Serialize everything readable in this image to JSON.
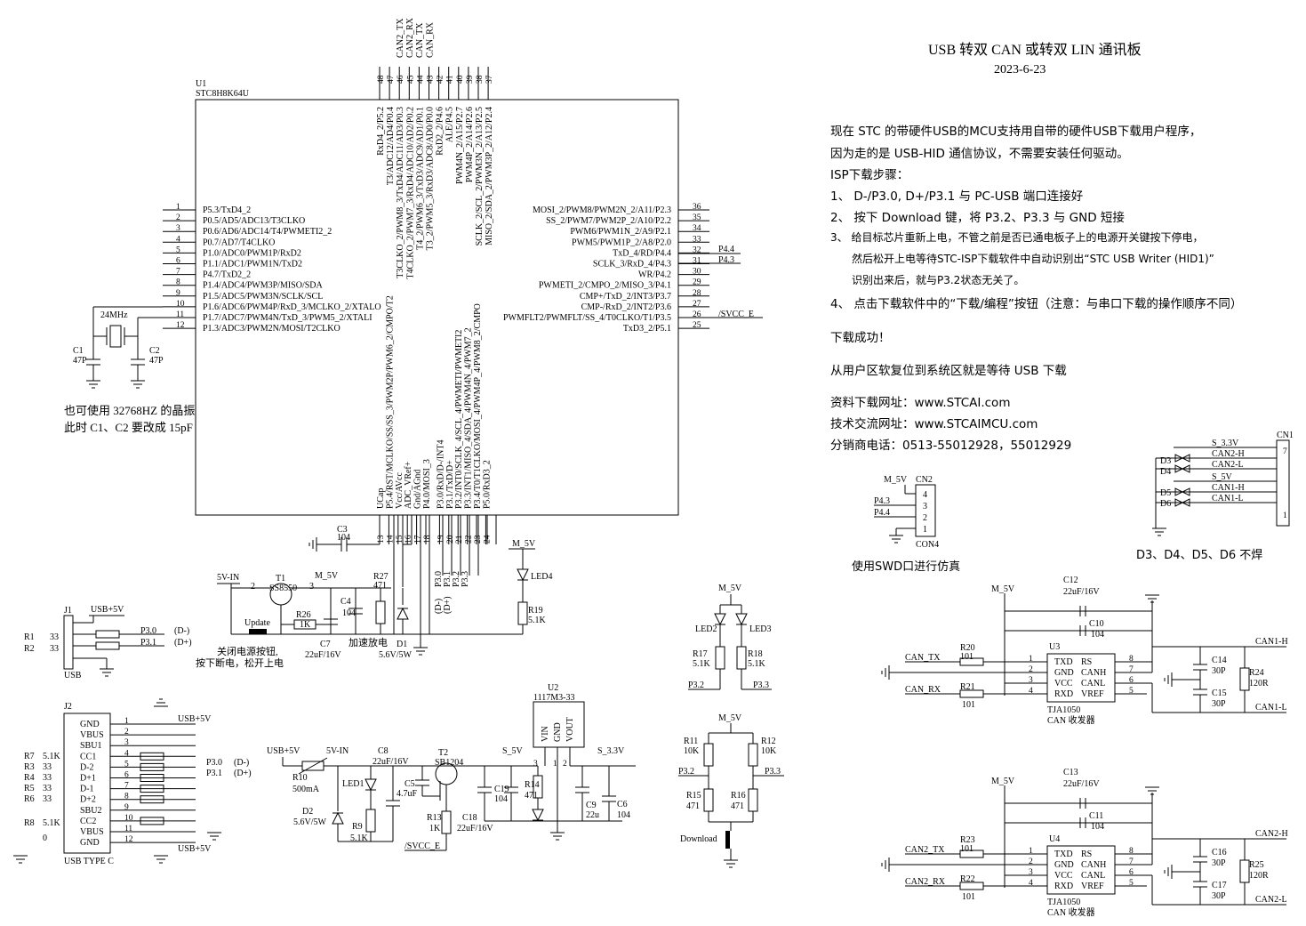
{
  "header": {
    "title": "USB 转双 CAN 或转双 LIN 通讯板",
    "date": "2023-6-23"
  },
  "notes": {
    "lines": [
      "现在 STC 的带硬件USB的MCU支持用自带的硬件USB下载用户程序，",
      "因为走的是 USB-HID 通信协议，不需要安装任何驱动。",
      "ISP下载步骤：",
      "1、 D-/P3.0, D+/P3.1 与 PC-USB 端口连接好",
      "2、 按下 Download 键，将 P3.2、P3.3 与 GND 短接",
      "3、 给目标芯片重新上电，不管之前是否已通电板子上的电源开关键按下停电，",
      "然后松开上电等待STC-ISP下载软件中自动识别出“STC USB Writer (HID1)”",
      "识别出来后，就与P3.2状态无关了。",
      "4、 点击下载软件中的“下载/编程”按钮（注意：与串口下载的操作顺序不同）",
      "下载成功！",
      "从用户区软复位到系统区就是等待 USB 下载",
      "资料下载网址：www.STCAI.com",
      "技术交流网址：www.STCAIMCU.com",
      "分销商电话：0513-55012928，55012929"
    ]
  },
  "captions": {
    "crystal_note_1": "也可使用 32768HZ 的晶振",
    "crystal_note_2": "此时 C1、C2 要改成 15pF",
    "swd_note": "使用SWD口进行仿真",
    "diode_note": "D3、D4、D5、D6 不焊",
    "power_note_1": "关闭电源按钮,",
    "power_note_2": "按下断电，松开上电",
    "fast_discharge": "加速放电"
  },
  "mcu": {
    "ref": "U1",
    "part": "STC8H8K64U",
    "left_pins": [
      {
        "num": "1",
        "name": "P5.3/TxD4_2"
      },
      {
        "num": "2",
        "name": "P0.5/AD5/ADC13/T3CLKO"
      },
      {
        "num": "3",
        "name": "P0.6/AD6/ADC14/T4/PWMETI2_2"
      },
      {
        "num": "4",
        "name": "P0.7/AD7/T4CLKO"
      },
      {
        "num": "5",
        "name": "P1.0/ADC0/PWM1P/RxD2"
      },
      {
        "num": "6",
        "name": "P1.1/ADC1/PWM1N/TxD2"
      },
      {
        "num": "7",
        "name": "P4.7/TxD2_2"
      },
      {
        "num": "8",
        "name": "P1.4/ADC4/PWM3P/MISO/SDA"
      },
      {
        "num": "9",
        "name": "P1.5/ADC5/PWM3N/SCLK/SCL"
      },
      {
        "num": "10",
        "name": "P1.6/ADC6/PWM4P/RxD_3/MCLKO_2/XTALO"
      },
      {
        "num": "11",
        "name": "P1.7/ADC7/PWM4N/TxD_3/PWM5_2/XTALI"
      },
      {
        "num": "12",
        "name": "P1.3/ADC3/PWM2N/MOSI/T2CLKO"
      }
    ],
    "right_pins": [
      {
        "num": "36",
        "name": "MOSI_2/PWM8/PWM2N_2/A11/P2.3"
      },
      {
        "num": "35",
        "name": "SS_2/PWM7/PWM2P_2/A10/P2.2"
      },
      {
        "num": "34",
        "name": "PWM6/PWM1N_2/A9/P2.1"
      },
      {
        "num": "33",
        "name": "PWM5/PWM1P_2/A8/P2.0"
      },
      {
        "num": "32",
        "name": "TxD_4/RD/P4.4"
      },
      {
        "num": "31",
        "name": "SCLK_3/RxD_4/P4.3"
      },
      {
        "num": "30",
        "name": "WR/P4.2"
      },
      {
        "num": "29",
        "name": "PWMETI_2/CMPO_2/MISO_3/P4.1"
      },
      {
        "num": "28",
        "name": "CMP+/TxD_2/INT3/P3.7"
      },
      {
        "num": "27",
        "name": "CMP-/RxD_2/INT2/P3.6"
      },
      {
        "num": "26",
        "name": "PWMFLT2/PWMFLT/SS_4/T0CLKO/T1/P3.5"
      },
      {
        "num": "25",
        "name": "TxD3_2/P5.1"
      }
    ],
    "top_pins": [
      {
        "num": "48",
        "name": "RxD4_2/P5.2"
      },
      {
        "num": "47",
        "name": "T3/ADC12/AD4/P0.4"
      },
      {
        "num": "46",
        "name": "T3CLKO_2/PWM8_3/TxD4/ADC11/AD3/P0.3"
      },
      {
        "num": "45",
        "name": "T4CLKO_2/PWM7_3/RxD4/ADC10/AD2/P0.2"
      },
      {
        "num": "44",
        "name": "T4_2/PWM6_3/TxD3/ADC9/AD1/P0.1"
      },
      {
        "num": "43",
        "name": "T3_2/PWM5_3/RxD3/ADC8/AD0/P0.0"
      },
      {
        "num": "42",
        "name": "RxD2_2/P4.6"
      },
      {
        "num": "41",
        "name": "ALE/P4.5"
      },
      {
        "num": "40",
        "name": "PWM4N_2/A15/P2.7"
      },
      {
        "num": "39",
        "name": "PWM4P_2/A14/P2.6"
      },
      {
        "num": "38",
        "name": "SCLK_2/SCL_2/PWM3N_2/A13/P2.5"
      },
      {
        "num": "37",
        "name": "MISO_2/SDA_2/PWM3P_2/A12/P2.4"
      }
    ],
    "bottom_pins": [
      {
        "num": "13",
        "name": "UCap"
      },
      {
        "num": "14",
        "name": "P5.4/RST/MCLKO/SS/SS_3/PWM2P/PWM6_2/CMPO/T2"
      },
      {
        "num": "15",
        "name": "Vcc/AVcc"
      },
      {
        "num": "16",
        "name": "ADC_VRef+"
      },
      {
        "num": "17",
        "name": "Gnd/AGnd"
      },
      {
        "num": "18",
        "name": "P4.0/MOSI_3"
      },
      {
        "num": "19",
        "name": "P3.0/RxD/D-/INT4"
      },
      {
        "num": "20",
        "name": "P3.1/TxD/D+"
      },
      {
        "num": "21",
        "name": "P3.2/INT0/SCLK_4/SCL_4/PWMETI/PWMETI2"
      },
      {
        "num": "22",
        "name": "P3.3/INT1/MISO_4/SDA_4/PWM4N_4/PWM7_2"
      },
      {
        "num": "23",
        "name": "P3.4/T0/T1CLKO/MOSI_4/PWM4P_4/PWM8_2/CMPO"
      },
      {
        "num": "24",
        "name": "P5.0/RxD3_2"
      }
    ],
    "top_nets": [
      "CAN2_TX",
      "CAN2_RX",
      "CAN_TX",
      "CAN_RX"
    ]
  },
  "labels": {
    "xtal": "24MHz",
    "c1": "C1",
    "c1v": "47P",
    "c2": "C2",
    "c2v": "47P",
    "c3": "C3",
    "c3v": "104",
    "m5v": "M_5V",
    "led4": "LED4",
    "r19": "R19",
    "r19v": "5.1K",
    "p44": "P4.4",
    "p43": "P4.3",
    "svcc": "/SVCC_E",
    "p30": "P3.0",
    "p31": "P3.1",
    "p32": "P3.2",
    "p33": "P3.3",
    "dm": "(D-)",
    "dp": "(D+)",
    "v5in": "5V-IN",
    "t1": "T1",
    "t1v": "SS8550",
    "update": "Update",
    "r26": "R26",
    "r26v": "1K",
    "c4": "C4",
    "c4v": "104",
    "r27": "R27",
    "r27v": "471",
    "c7": "C7",
    "c7v": "22uF/16V",
    "d1": "D1",
    "d1v": "5.6V/5W",
    "j1": "J1",
    "usb5v": "USB+5V",
    "r1": "R1",
    "r2": "R2",
    "r33": "33",
    "usb": "USB",
    "j2": "J2",
    "usbc": "USB TYPE C",
    "gnd": "GND",
    "vbus": "VBUS",
    "sbu1": "SBU1",
    "cc1": "CC1",
    "dm2": "D-2",
    "dp1": "D+1",
    "dm1": "D-1",
    "dp2": "D+2",
    "sbu2": "SBU2",
    "cc2": "CC2",
    "r7": "R7",
    "r3": "R3",
    "r4": "R4",
    "r5": "R5",
    "r6": "R6",
    "r8": "R8",
    "k51": "5.1K",
    "zero": "0",
    "r10": "R10",
    "r10v": "500mA",
    "led1": "LED1",
    "d2": "D2",
    "d2v": "5.6V/5W",
    "r9": "R9",
    "r9v": "5.1K",
    "c8": "C8",
    "c8v": "22uF/16V",
    "c5": "C5",
    "c5v": "4.7uF",
    "t2": "T2",
    "t2v": "SB1204",
    "r13": "R13",
    "r13v": "1K",
    "svcc2": "/SVCC_E",
    "s5v": "S_5V",
    "c19": "C19",
    "c19v": "104",
    "r14": "R14",
    "r14v": "471",
    "c18": "C18",
    "c18v": "22uF/16V",
    "u2": "U2",
    "u2v": "1117M3-33",
    "vin": "VIN",
    "gndp": "GND",
    "vout": "VOUT",
    "s33v": "S_3.3V",
    "c9": "C9",
    "c9v": "22u",
    "c6": "C6",
    "c6v": "104",
    "led2": "LED2",
    "led3": "LED3",
    "r17": "R17",
    "r18": "R18",
    "r11": "R11",
    "r12": "R12",
    "r11v": "10K",
    "r12v": "10K",
    "r15": "R15",
    "r16": "R16",
    "r471": "471",
    "download": "Download",
    "cn2": "CN2",
    "cn4": "CON4",
    "cn1": "CN1",
    "s33": "S_3.3V",
    "can2h": "CAN2-H",
    "can2l": "CAN2-L",
    "s5": "S_5V",
    "can1h": "CAN1-H",
    "can1l": "CAN1-L",
    "d3": "D3",
    "d4": "D4",
    "d5": "D5",
    "d6": "D6",
    "c12": "C12",
    "c12v": "22uF/16V",
    "c10": "C10",
    "c10v": "104",
    "r20": "R20",
    "r20v": "101",
    "r21": "R21",
    "r21v": "101",
    "u3": "U3",
    "txd": "TXD",
    "gndc": "GND",
    "vcc": "VCC",
    "rxd": "RXD",
    "rs": "RS",
    "canh": "CANH",
    "canl": "CANL",
    "vref": "VREF",
    "tja": "TJA1050",
    "cantr": "CAN 收发器",
    "c14": "C14",
    "c15": "C15",
    "p30v": "30P",
    "r24": "R24",
    "r120": "120R",
    "can1h_o": "CAN1-H",
    "can1l_o": "CAN1-L",
    "cantx": "CAN_TX",
    "canrx": "CAN_RX",
    "c13": "C13",
    "c13v": "22uF/16V",
    "c11": "C11",
    "c11v": "104",
    "r23": "R23",
    "r22": "R22",
    "u4": "U4",
    "c16": "C16",
    "c17": "C17",
    "r25": "R25",
    "can2h_o": "CAN2-H",
    "can2l_o": "CAN2-L",
    "can2tx": "CAN2_TX",
    "can2rx": "CAN2_RX"
  }
}
